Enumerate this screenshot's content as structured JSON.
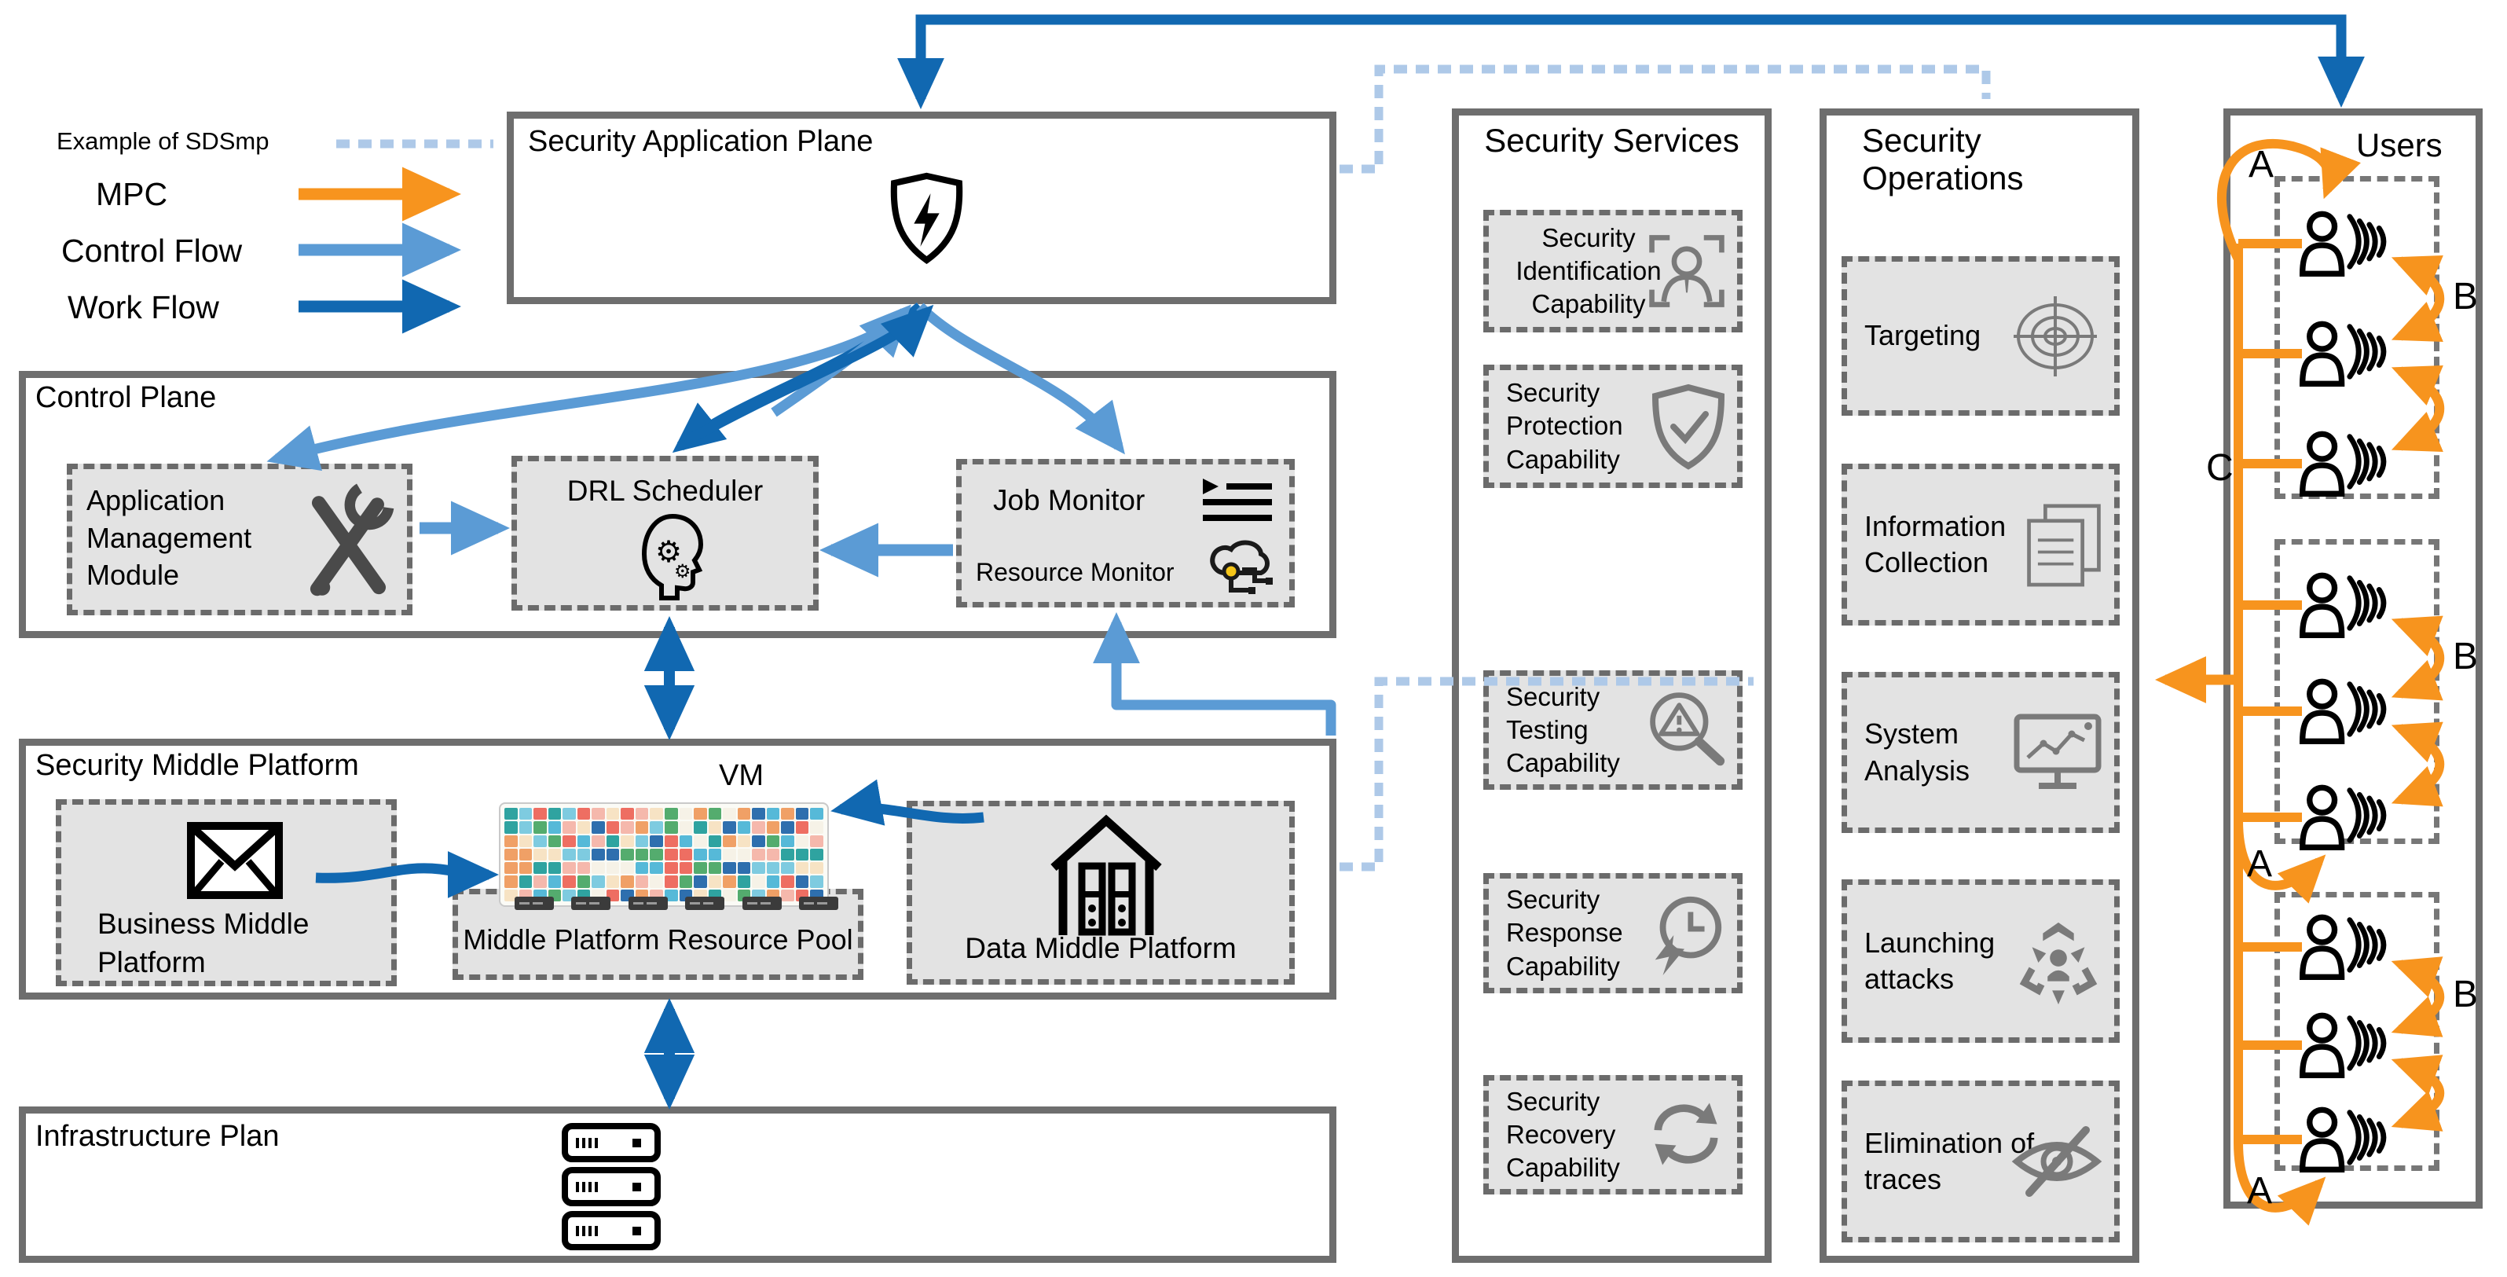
{
  "colors": {
    "work_flow": "#1168B1",
    "control_flow": "#5B9BD5",
    "mpc": "#F7941E",
    "sdsmp_dash": "#AEC9E8",
    "box_border": "#6E6E6E",
    "module_bg": "#E3E3E3",
    "icon_gray": "#7A7A7A"
  },
  "legend": {
    "sdsmp_label": "Example of SDSmp",
    "mpc_label": "MPC",
    "control_flow_label": "Control Flow",
    "work_flow_label": "Work Flow"
  },
  "application_plane": {
    "title": "Security Application Plane",
    "icon": "shield-bolt-icon"
  },
  "control_plane": {
    "title": "Control Plane",
    "app_mgmt_label": "Application Management Module",
    "drl_label": "DRL Scheduler",
    "job_monitor_label": "Job Monitor",
    "resource_monitor_label": "Resource Monitor"
  },
  "middle_platform": {
    "title": "Security Middle Platform",
    "business_label": "Business Middle Platform",
    "vm_label": "VM",
    "resource_pool_label": "Middle Platform Resource Pool",
    "data_label": "Data Middle Platform"
  },
  "infrastructure": {
    "title": "Infrastructure Plan",
    "icon": "server-stack-icon"
  },
  "security_services": {
    "title": "Security Services",
    "items": [
      "Security Identification Capability",
      "Security Protection Capability",
      "Security Testing Capability",
      "Security Response Capability",
      "Security Recovery Capability"
    ]
  },
  "security_operations": {
    "title": "Security Operations",
    "items": [
      "Targeting",
      "Information Collection",
      "System Analysis",
      "Launching attacks",
      "Elimination of traces"
    ]
  },
  "users_panel": {
    "title": "Users",
    "label_a": "A",
    "label_b": "B",
    "label_c": "C",
    "groups": 3,
    "users_per_group": 3
  },
  "vm": {
    "palette": [
      "#ee6e62",
      "#54ac6e",
      "#2e6fae",
      "#7ecbe0",
      "#f7e3c4",
      "#f0a066",
      "#2fa3a0",
      "#f5b8ac",
      "#f6f2e7",
      "#56b9d8"
    ],
    "grid": {
      "rows": 7,
      "cols": 22
    },
    "server_chips": 6
  }
}
